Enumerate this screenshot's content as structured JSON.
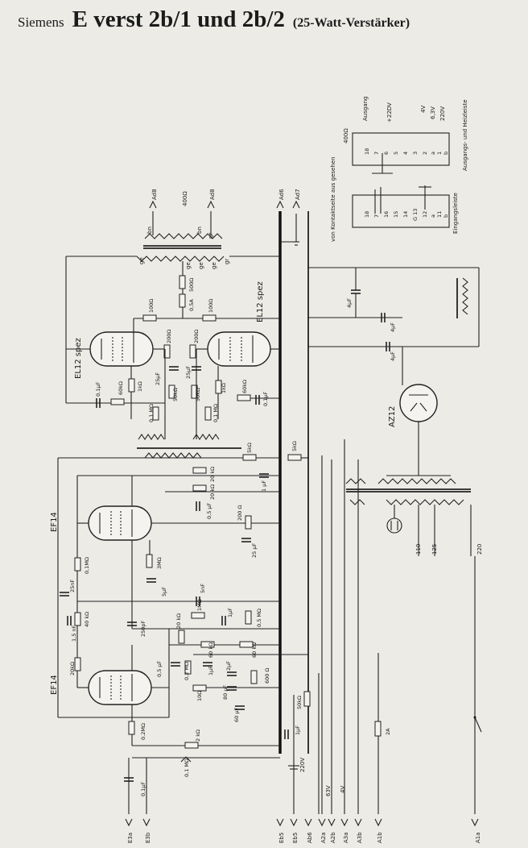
{
  "title": {
    "brand": "Siemens",
    "model": "E verst 2b/1 und 2b/2",
    "subtitle": "(25-Watt-Verstärker)"
  },
  "tubes": {
    "el12_left": "EL12 spez",
    "el12_right": "EL12 spez",
    "ef14_upper": "EF14",
    "ef14_lower": "EF14",
    "rectifier": "AZ12"
  },
  "connector_panel": {
    "side_note": "von Kontaktseite aus gesehen",
    "output_label": "Ausgang",
    "output_impedance": "400Ω",
    "output_rating": "+22DV",
    "voltages": [
      "4V",
      "6,3V",
      "220V"
    ],
    "output_strip_title": "Ausgangs- und Heizleiste",
    "input_strip_title": "Eingangsleiste",
    "top_row": [
      "18",
      "7",
      "6",
      "5",
      "4",
      "3",
      "2",
      "a",
      "1",
      "b"
    ],
    "bottom_row": [
      "18",
      "7",
      "16",
      "15",
      "14",
      "G 13",
      "12",
      "a",
      "11",
      "b"
    ]
  },
  "output_terminals": [
    "Ad8",
    "Ad8",
    "Ad6",
    "Ad7"
  ],
  "output_impedance_top": "400Ω",
  "transformer_taps": [
    "bn",
    "bn",
    "ge",
    "ge",
    "ge",
    "ge",
    "gr",
    "gr"
  ],
  "bottom_terminals": [
    "E3a",
    "E3b",
    "Eb5",
    "Eb5",
    "Ab6",
    "A2a",
    "A2b",
    "A3a",
    "A3b",
    "A1b",
    "A1a"
  ],
  "supply_labels": [
    "220V",
    "63V",
    "4V",
    "110",
    "125",
    "220"
  ],
  "resistors": [
    "100Ω",
    "100Ω",
    "500Ω",
    "0,5A",
    "200Ω",
    "200Ω",
    "60kΩ",
    "1kΩ",
    "50kΩ",
    "50kΩ",
    "1kΩ",
    "60kΩ",
    "0,1 MΩ",
    "0,1 MΩ",
    "5kΩ",
    "5kΩ",
    "20 kΩ",
    "20 kΩ",
    "200 Ω",
    "0,1MΩ",
    "3MΩ",
    "40 kΩ",
    "1MΩ",
    "0,5 MΩ",
    "20 kΩ",
    "60 kΩ",
    "60 kΩ",
    "0,2 MΩ",
    "600 Ω",
    "10Ω",
    "50kΩ",
    "20kΩ",
    "0,2MΩ",
    "2 kΩ",
    "0,1 MΩ",
    "2A"
  ],
  "capacitors": [
    "0,1μF",
    "25μF",
    "25μF",
    "0,1μF",
    "4μF",
    "4μF",
    "4μF",
    "1 μF",
    "0,5 μF",
    "25 μF",
    "25nF",
    "5nF",
    "1,5 nF",
    "250pF",
    "5μF",
    "1μF",
    "0,5 μF",
    "1μF",
    "2μF",
    "80 μF",
    "60 μF",
    "1μF",
    "0,1μF"
  ]
}
